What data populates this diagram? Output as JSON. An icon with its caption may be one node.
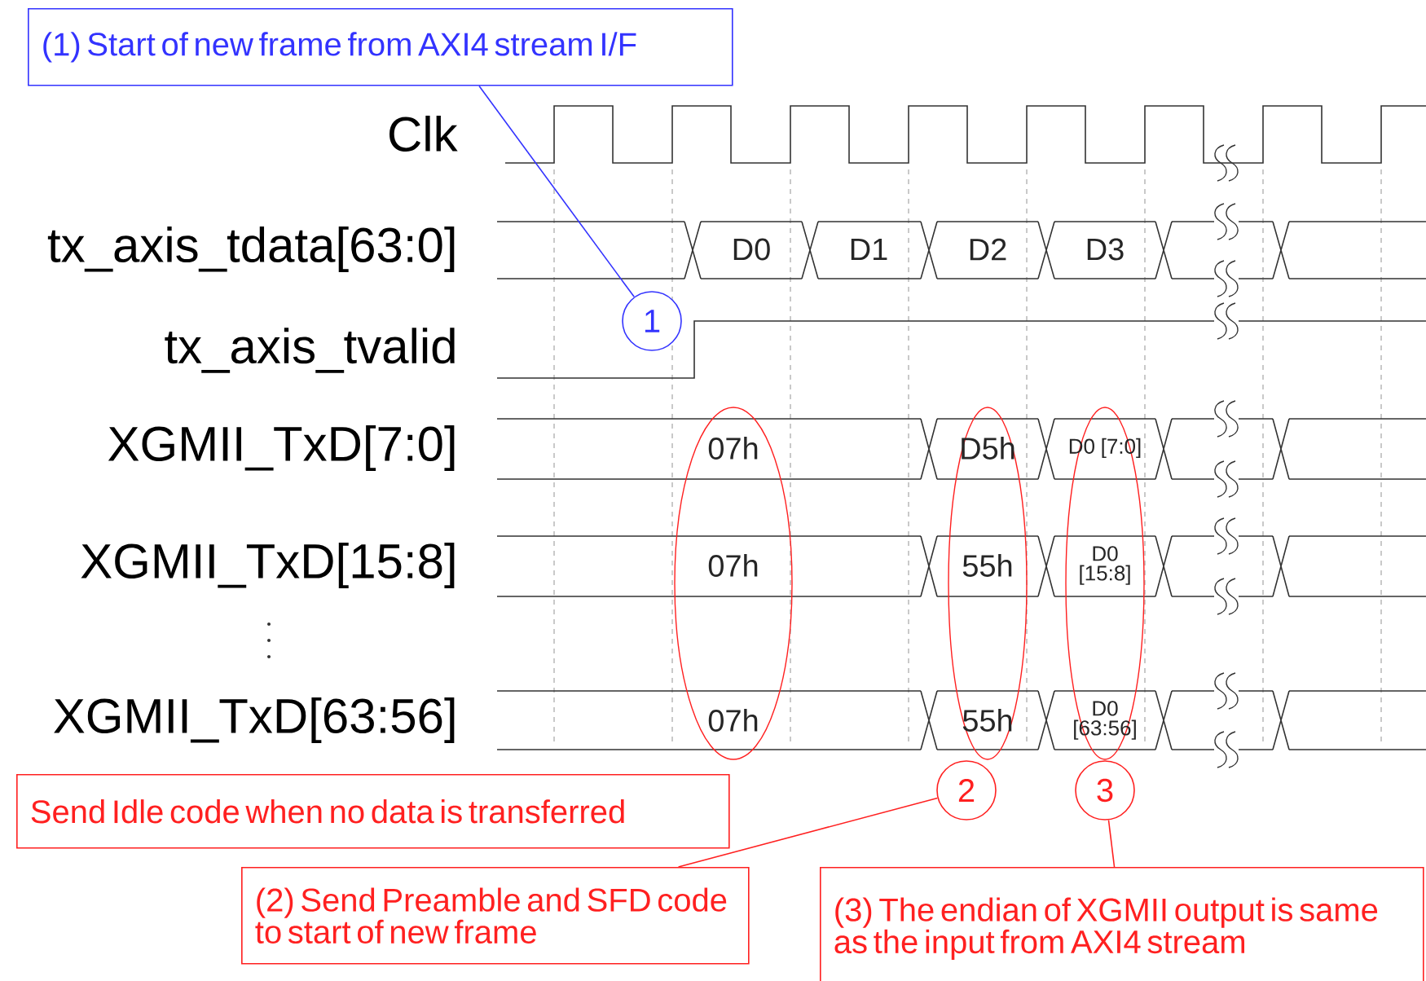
{
  "diagram": {
    "nodes": [
      {
        "text": [
          "(1) Start of new frame from AXI4 stream I/F"
        ]
      },
      {
        "text": [
          "1"
        ]
      },
      {
        "text": [
          "Send Idle code when no data is transferred"
        ]
      },
      {
        "text": [
          "2"
        ]
      },
      {
        "text": [
          "3"
        ]
      },
      {
        "text": [
          "(2) Send Preamble and SFD code to start of new frame"
        ]
      },
      {
        "text": [
          "(3) The endian of XGMII output is same as the input from AXI4 stream"
        ]
      }
    ],
    "edges": [
      {
        "from": 0,
        "to": 1,
        "arrow": "none",
        "color": "#3333ff"
      },
      {
        "from": 3,
        "to": 5,
        "arrow": "none"
      },
      {
        "from": 4,
        "to": 6,
        "arrow": "none"
      }
    ],
    "labels": [
      "Clk",
      "tx_axis_tdata[63:0]",
      "D0",
      "D1",
      "D2",
      "D3",
      "tx_axis_tvalid",
      "XGMII_TxD[7:0]",
      "07h",
      "D5h",
      "D0 [7:0]",
      "XGMII_TxD[15:8]",
      "07h",
      "55h",
      "D0 [15:8]",
      "XGMII_TxD[63:56]",
      "07h",
      "55h",
      "D0 [63:56]"
    ]
  }
}
